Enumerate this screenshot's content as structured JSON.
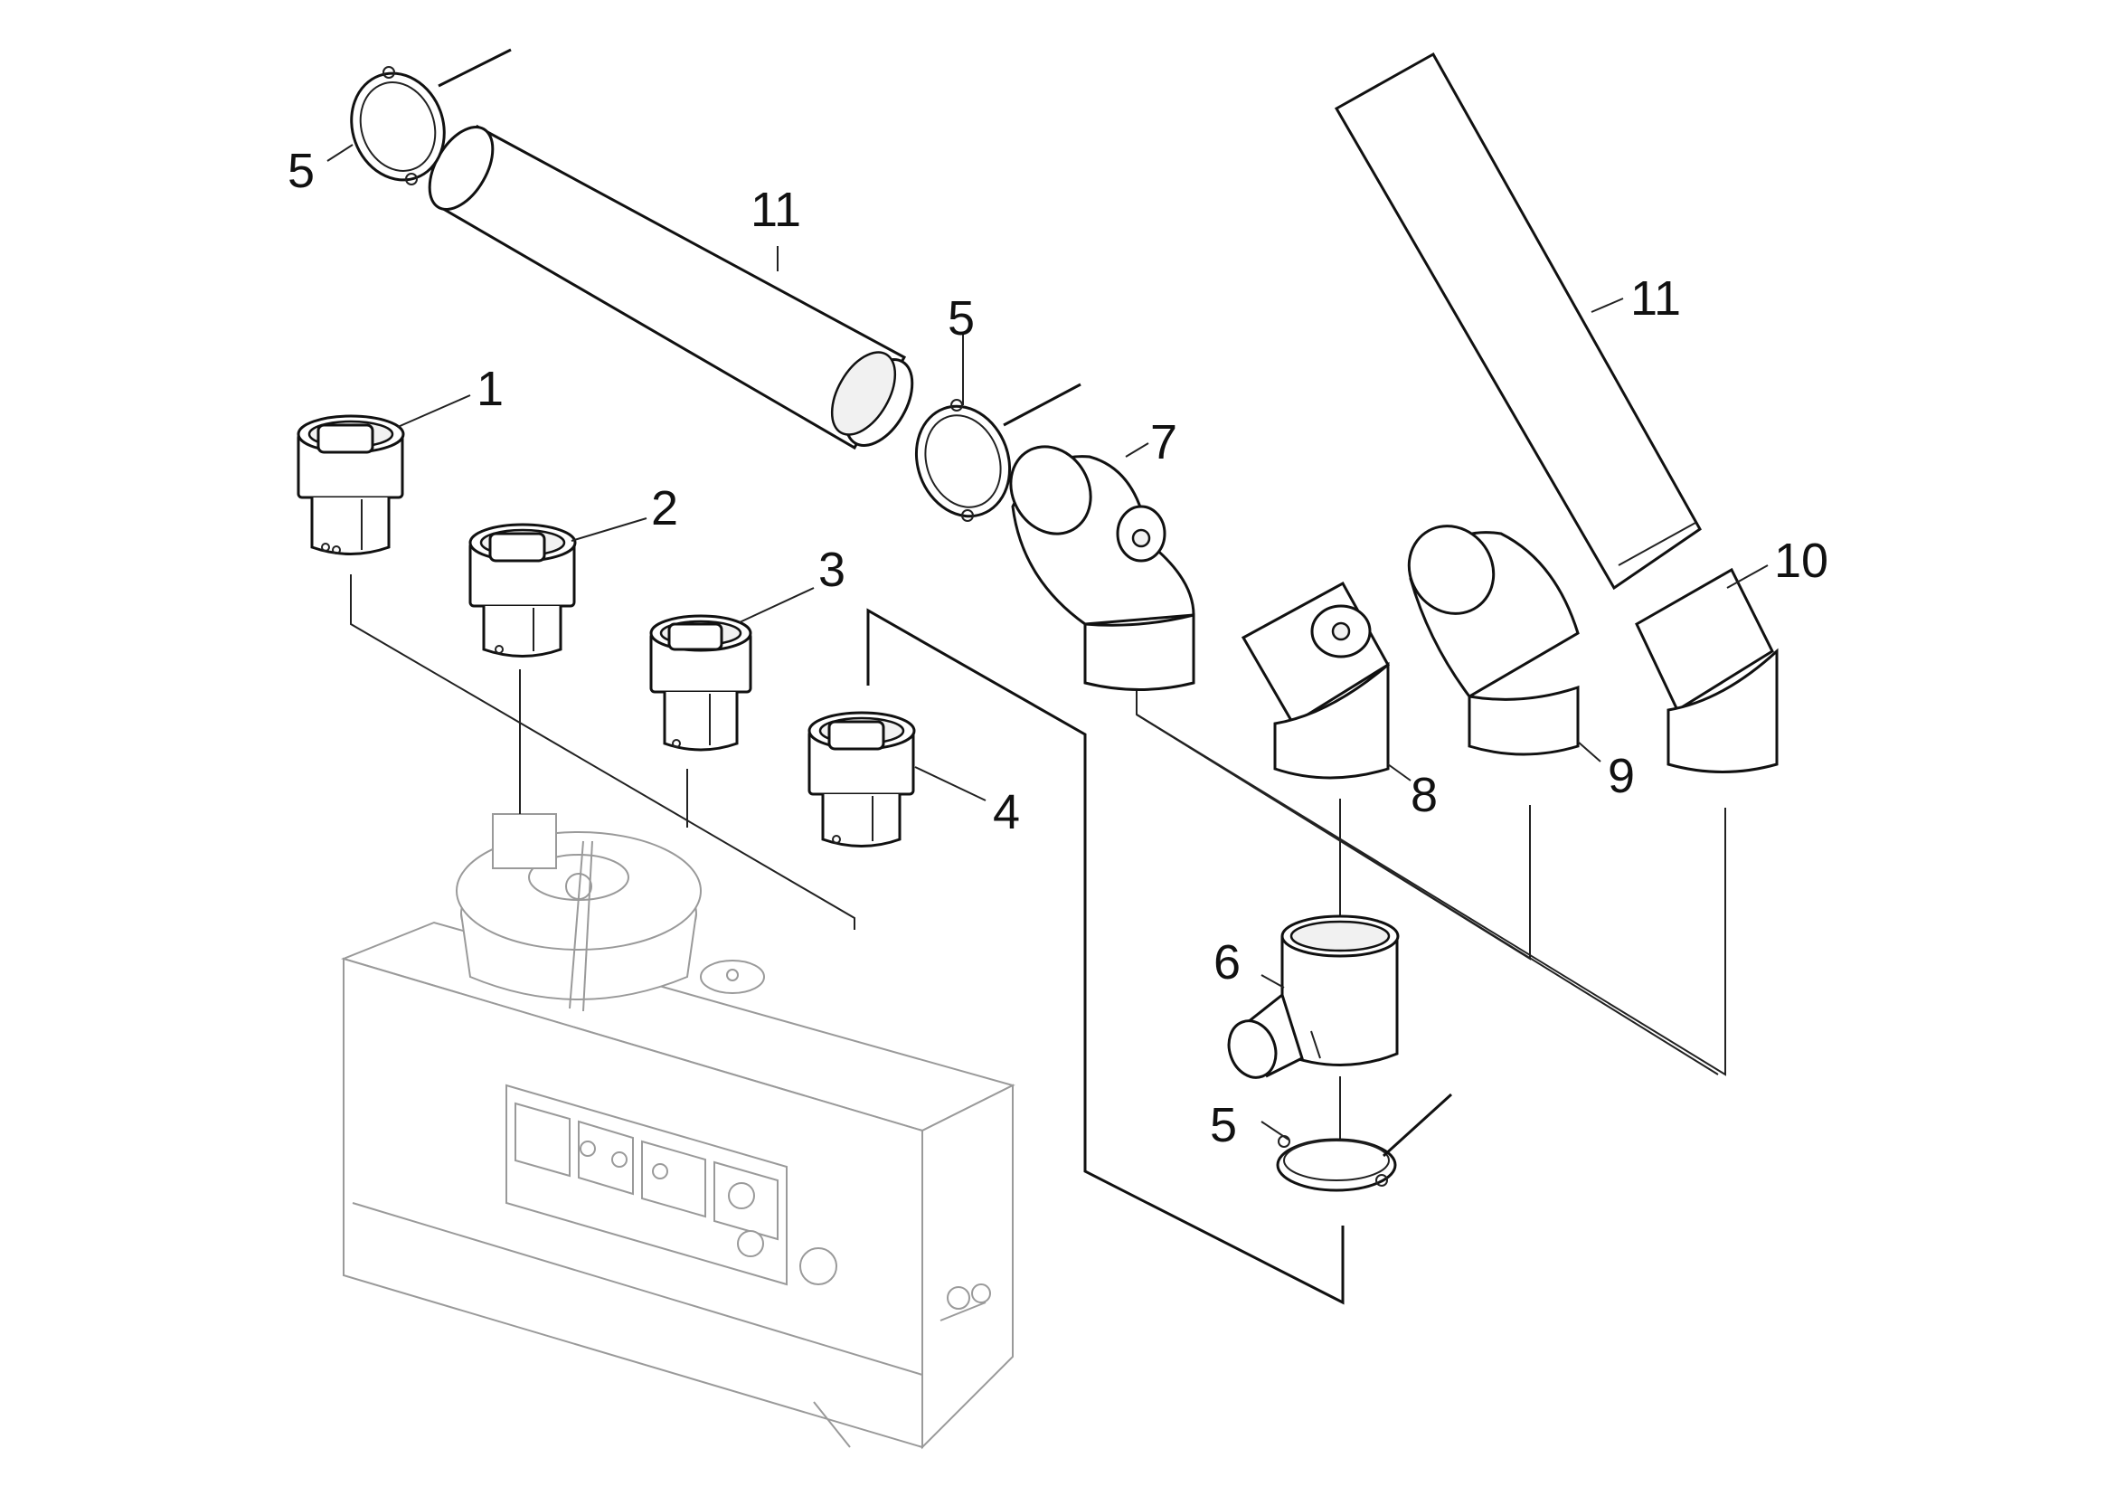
{
  "diagram": {
    "callouts": [
      {
        "id": "c1",
        "label": "1"
      },
      {
        "id": "c2",
        "label": "2"
      },
      {
        "id": "c3",
        "label": "3"
      },
      {
        "id": "c4",
        "label": "4"
      },
      {
        "id": "c5a",
        "label": "5"
      },
      {
        "id": "c5b",
        "label": "5"
      },
      {
        "id": "c5c",
        "label": "5"
      },
      {
        "id": "c6",
        "label": "6"
      },
      {
        "id": "c7",
        "label": "7"
      },
      {
        "id": "c8",
        "label": "8"
      },
      {
        "id": "c9",
        "label": "9"
      },
      {
        "id": "c10",
        "label": "10"
      },
      {
        "id": "c11a",
        "label": "11"
      },
      {
        "id": "c11b",
        "label": "11"
      }
    ]
  }
}
